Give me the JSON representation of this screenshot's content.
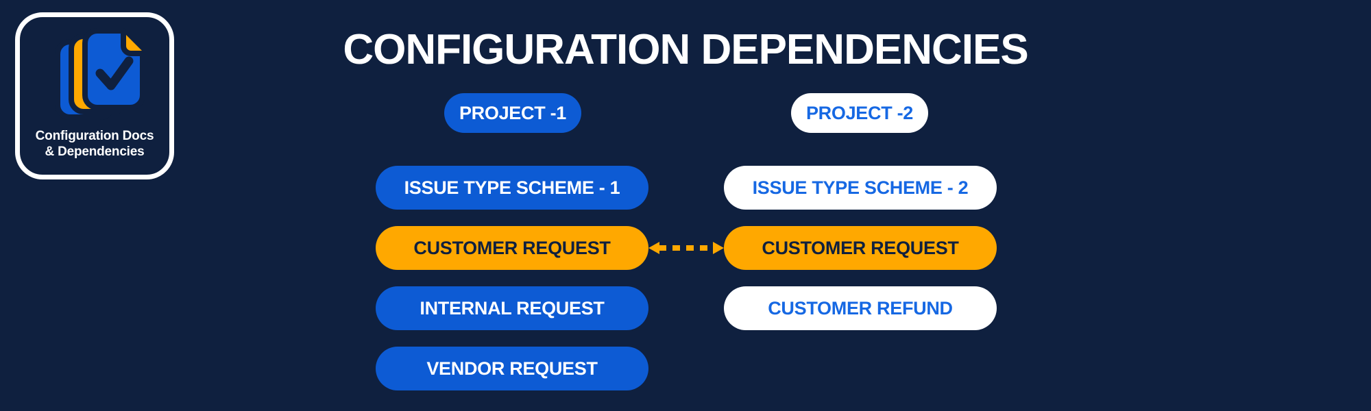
{
  "page": {
    "background_color": "#0f203f",
    "title": "CONFIGURATION DEPENDENCIES"
  },
  "badge": {
    "icon_name": "stacked-documents-check-icon",
    "caption_line1": "Configuration Docs",
    "caption_line2": "& Dependencies",
    "border_color": "#ffffff"
  },
  "colors": {
    "background": "#0f203f",
    "blue": "#0d5bd4",
    "blue_text": "#1668e3",
    "amber": "#ffa800",
    "white": "#ffffff",
    "navy_text": "#0f203f"
  },
  "diagram": {
    "connector": {
      "name": "bidirectional-dashed-arrow",
      "style": "dashed",
      "color": "#ffa800",
      "direction": "both",
      "from": "CUSTOMER REQUEST",
      "to": "CUSTOMER REQUEST"
    },
    "columns": [
      {
        "id": "project-1",
        "header": "PROJECT -1",
        "header_variant": "blue",
        "nodes": [
          {
            "label": "ISSUE TYPE SCHEME - 1",
            "variant": "blue"
          },
          {
            "label": "CUSTOMER REQUEST",
            "variant": "amber"
          },
          {
            "label": "INTERNAL REQUEST",
            "variant": "blue"
          },
          {
            "label": "VENDOR REQUEST",
            "variant": "blue"
          }
        ]
      },
      {
        "id": "project-2",
        "header": "PROJECT -2",
        "header_variant": "white",
        "nodes": [
          {
            "label": "ISSUE TYPE SCHEME - 2",
            "variant": "white"
          },
          {
            "label": "CUSTOMER REQUEST",
            "variant": "amber"
          },
          {
            "label": "CUSTOMER REFUND",
            "variant": "white"
          }
        ]
      }
    ]
  }
}
